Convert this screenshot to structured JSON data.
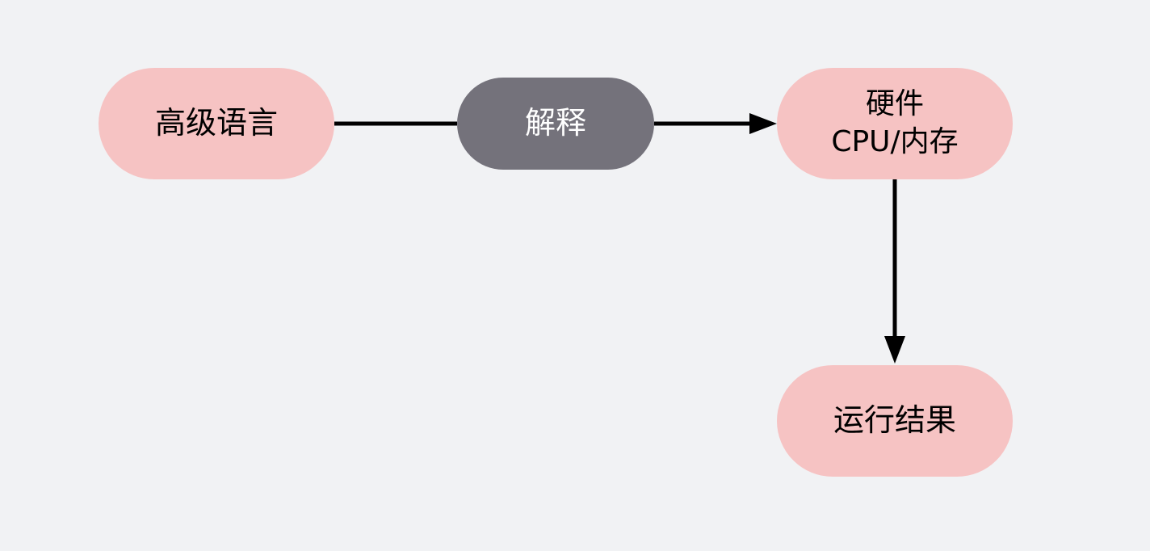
{
  "diagram": {
    "nodes": [
      {
        "id": "source",
        "lines": [
          "高级语言"
        ]
      },
      {
        "id": "interpret",
        "lines": [
          "解释"
        ]
      },
      {
        "id": "hardware",
        "lines": [
          "硬件",
          "CPU/内存"
        ]
      },
      {
        "id": "result",
        "lines": [
          "运行结果"
        ]
      }
    ],
    "edges": [
      {
        "from": "source",
        "to": "interpret",
        "arrow": false
      },
      {
        "from": "interpret",
        "to": "hardware",
        "arrow": true
      },
      {
        "from": "hardware",
        "to": "result",
        "arrow": true
      }
    ],
    "colors": {
      "background": "#f1f2f4",
      "node_fill": "#f6c3c3",
      "process_fill": "#74727b",
      "process_text": "#ffffff",
      "text": "#000000",
      "edge": "#000000"
    }
  }
}
